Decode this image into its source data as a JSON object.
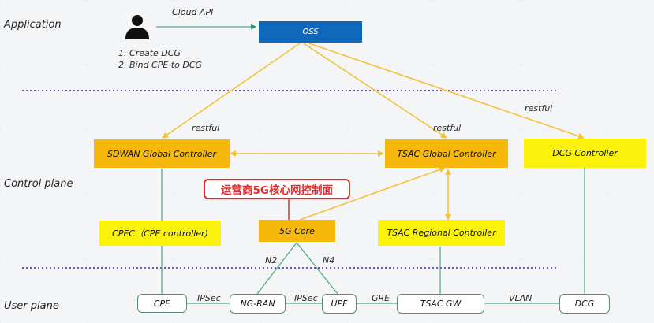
{
  "layers": {
    "application": "Application",
    "control_plane": "Control plane",
    "user_plane": "User plane"
  },
  "user": {
    "step1": "1. Create DCG",
    "step2": "2. Bind CPE to DCG"
  },
  "edges": {
    "cloud_api": "Cloud API",
    "restful_sdwan": "restful",
    "restful_tsac": "restful",
    "restful_dcg": "restful",
    "n2": "N2",
    "n4": "N4",
    "ipsec_cpe_ngran": "IPSec",
    "ipsec_ngran_upf": "IPSec",
    "gre": "GRE",
    "vlan": "VLAN"
  },
  "nodes": {
    "oss": "OSS",
    "sdwan_global": "SDWAN Global Controller",
    "tsac_global": "TSAC Global Controller",
    "dcg_controller": "DCG Controller",
    "cpec": "CPEC（CPE controller)",
    "core_5g": "5G Core",
    "tsac_regional": "TSAC Regional Controller",
    "cpe": "CPE",
    "ngran": "NG-RAN",
    "upf": "UPF",
    "tsac_gw": "TSAC GW",
    "dcg": "DCG"
  },
  "callout": {
    "text": "运营商5G核心网控制面"
  },
  "colors": {
    "orange_box": "#f7b80c",
    "yellow_box": "#fbf20c",
    "oss_box": "#1068bc",
    "arrow": "#f3c13a",
    "wire": "#4aa883",
    "divider": "#7b55b5",
    "callout": "#e8282b"
  }
}
